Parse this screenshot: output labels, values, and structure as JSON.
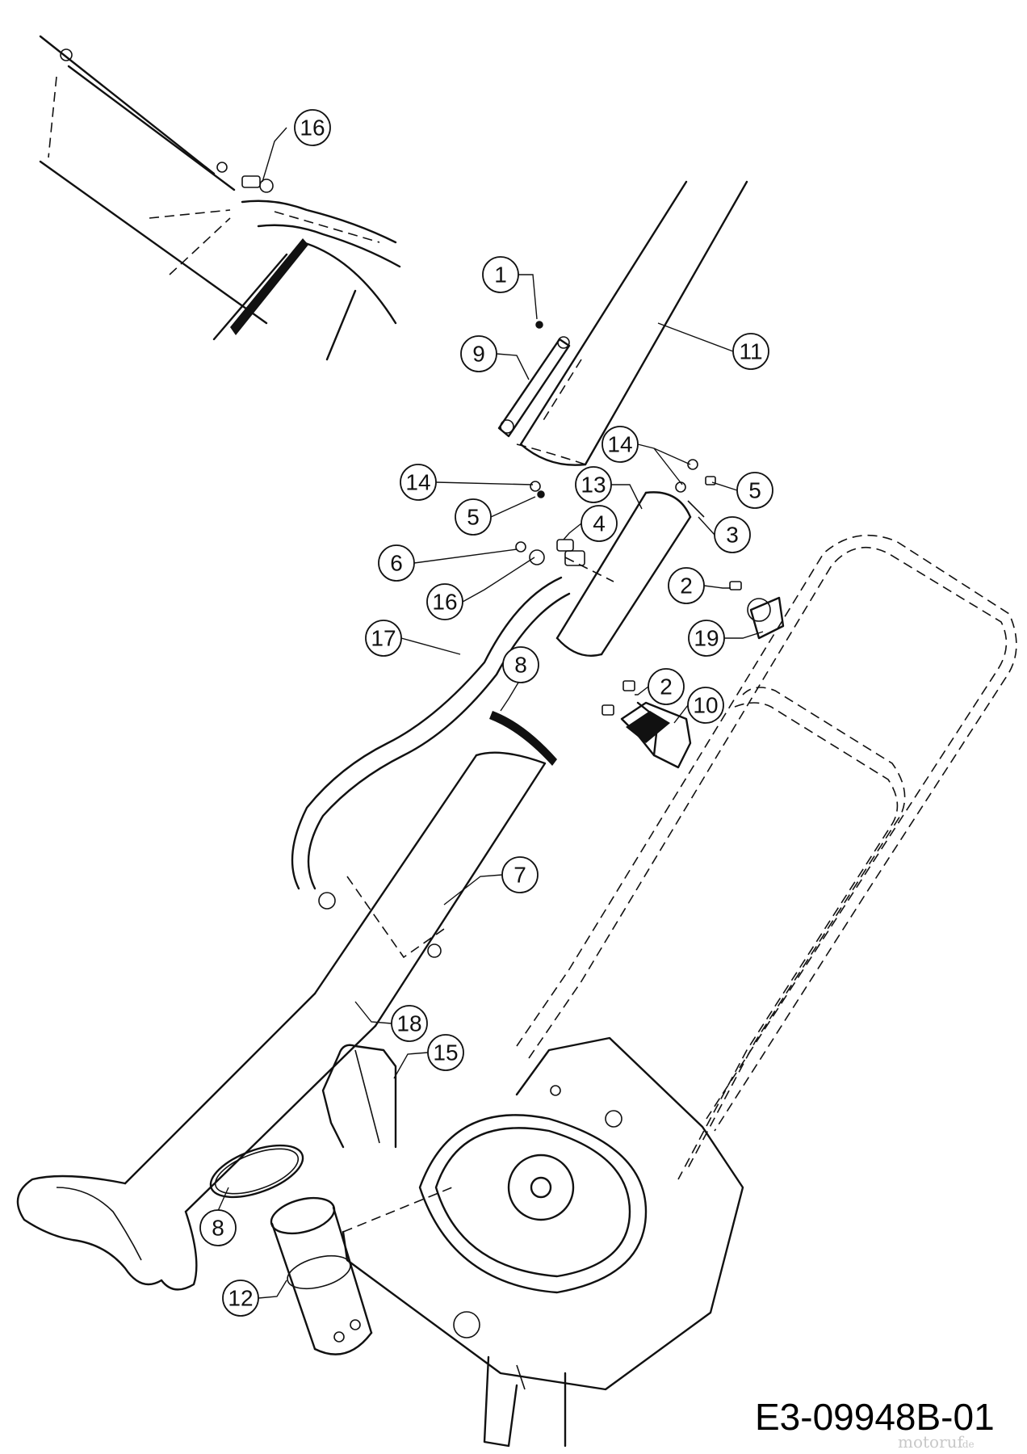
{
  "diagram": {
    "drawing_code": "E3-09948B-01",
    "watermark": "motoruf",
    "watermark_suffix": ".de",
    "callouts": [
      "1",
      "9",
      "11",
      "14",
      "14",
      "5",
      "5",
      "13",
      "3",
      "4",
      "6",
      "16",
      "2",
      "17",
      "19",
      "8",
      "2",
      "10",
      "7",
      "18",
      "15",
      "8",
      "12",
      "16"
    ]
  }
}
